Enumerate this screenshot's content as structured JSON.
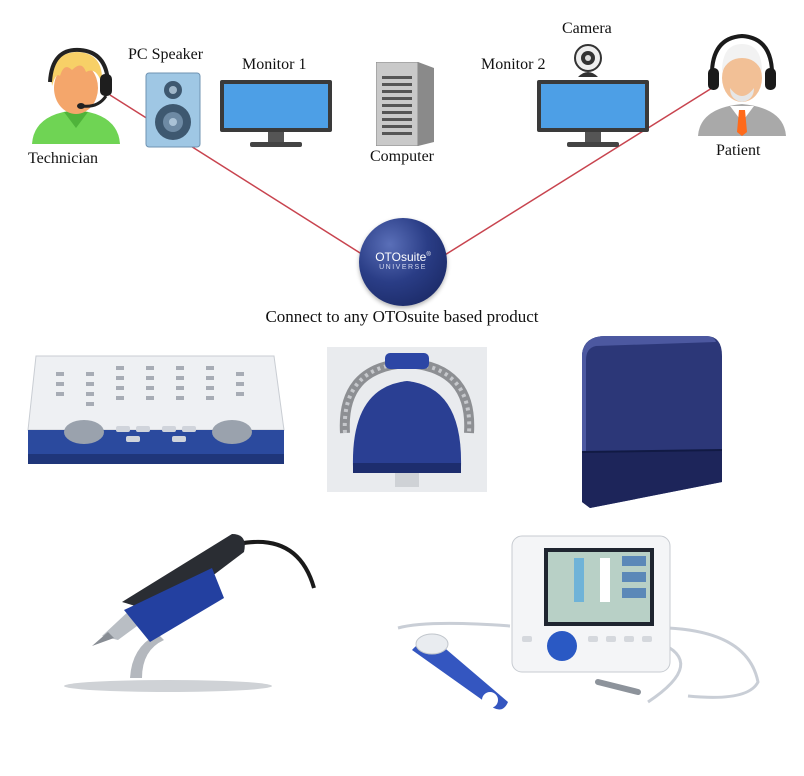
{
  "labels": {
    "technician": "Technician",
    "pc_speaker": "PC Speaker",
    "monitor1": "Monitor 1",
    "computer": "Computer",
    "camera": "Camera",
    "monitor2": "Monitor 2",
    "patient": "Patient"
  },
  "hub": {
    "line1": "OTOsuite",
    "trademark": "®",
    "line2": "UNIVERSE"
  },
  "caption": "Connect to any OTOsuite based product",
  "colors": {
    "connector_line": "#c8444f",
    "hub_blue": "#1e2f78",
    "device_blue": "#27409a"
  },
  "icons": [
    "technician-icon",
    "speaker-icon",
    "monitor-icon",
    "computer-tower-icon",
    "camera-icon",
    "patient-icon"
  ],
  "products": [
    "audiometer",
    "headset-device",
    "tower-device",
    "handheld-probe",
    "tablet-device"
  ]
}
